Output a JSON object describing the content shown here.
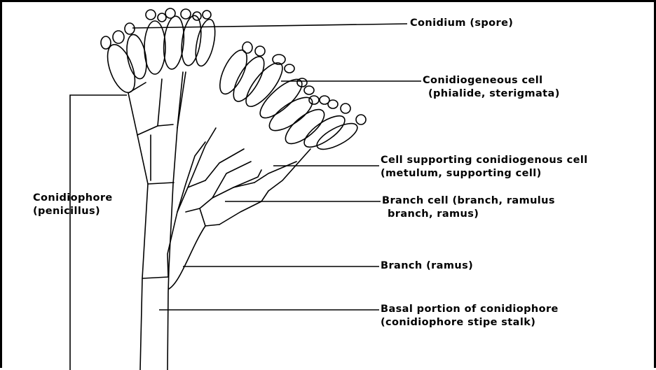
{
  "labels": {
    "conidium": "Conidium (spore)",
    "conidiogenous_cell_1": "Conidiogeneous cell",
    "conidiogenous_cell_2": "(phialide, sterigmata)",
    "metulum_1": "Cell supporting conidiogenous cell",
    "metulum_2": "(metulum, supporting cell)",
    "branch_cell_1": "Branch cell (branch, ramulus",
    "branch_cell_2": "branch, ramus)",
    "branch": "Branch (ramus)",
    "basal_1": "Basal portion of conidiophore",
    "basal_2": "(conidiophore stipe stalk)",
    "conidiophore_1": "Conidiophore",
    "conidiophore_2": "(penicillus)"
  }
}
